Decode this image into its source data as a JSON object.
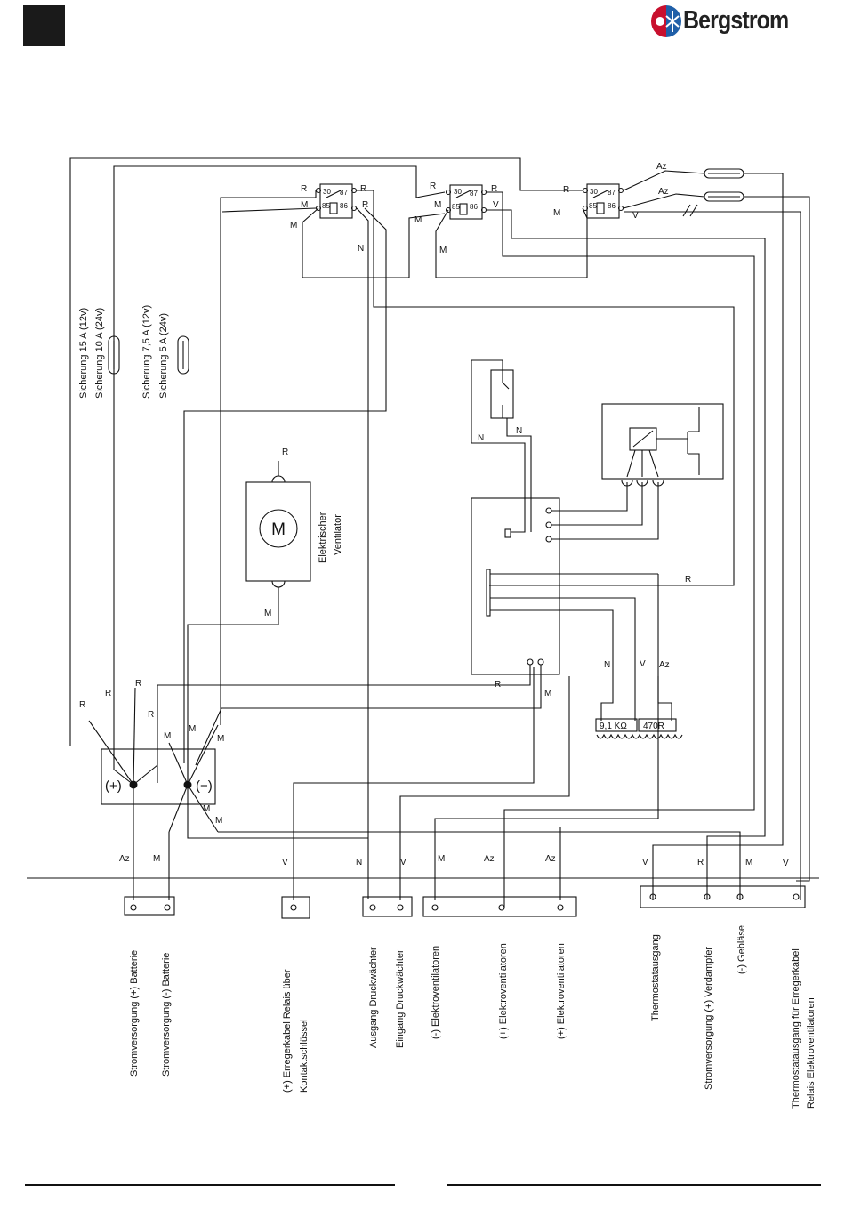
{
  "brand": {
    "name": "Bergstrom",
    "logo_icon": "snowflake-sun-badge-icon",
    "accent": "#c8102e",
    "accent2": "#1f5fa8"
  },
  "fuses": {
    "main": {
      "line1": "Sicherung 15 A (12v)",
      "line2": "Sicherung 10 A (24v)"
    },
    "secondary": {
      "line1": "Sicherung 7,5 A (12v)",
      "line2": "Sicherung 5 A (24v)"
    }
  },
  "fan_motor": {
    "symbol": "M",
    "label_line1": "Elektrischer",
    "label_line2": "Ventilator"
  },
  "relay_pins": {
    "p30": "30",
    "p87": "87",
    "p85": "85",
    "p86": "86"
  },
  "battery": {
    "plus": "(+)",
    "minus": "(−)"
  },
  "resistors": {
    "r1": "9,1 KΩ",
    "r2": "470R"
  },
  "wire_labels": {
    "R": "R",
    "M": "M",
    "N": "N",
    "V": "V",
    "Az": "Az"
  },
  "terminals": {
    "battery_plus": "Stromversorgung (+) Batterie",
    "battery_minus": "Stromversorgung (-) Batterie",
    "excite_line1": "(+) Erregerkabel Relais über",
    "excite_line2": "Kontaktschlüssel",
    "pressure_out": "Ausgang Druckwächter",
    "pressure_in": "Eingang Druckwächter",
    "fans_minus": "(-) Elektroventilatoren",
    "fans_plus_1": "(+) Elektroventilatoren",
    "fans_plus_2": "(+) Elektroventilatoren",
    "thermostat_out": "Thermostatausgang",
    "evap_plus": "Stromversorgung (+) Verdampfer",
    "blower_minus": "(-) Gebläse",
    "thermo_excite_line1": "Thermostatausgang für Erregerkabel",
    "thermo_excite_line2": "Relais Elektroventilatoren"
  }
}
